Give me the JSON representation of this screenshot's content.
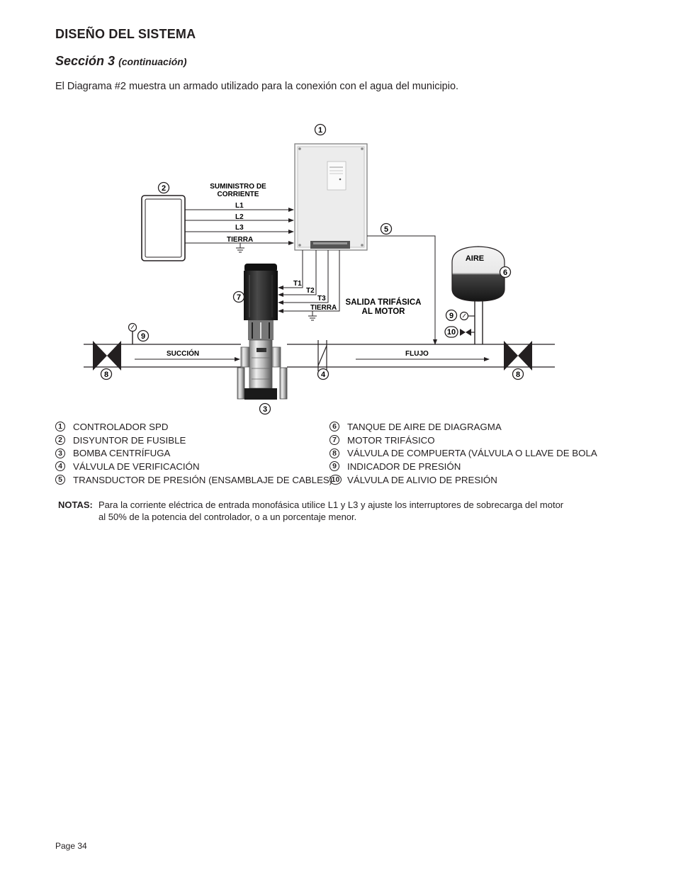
{
  "header": {
    "title": "DISEÑO DEL SISTEMA",
    "section": "Sección 3",
    "section_suffix": "(continuación)"
  },
  "intro": "El Diagrama #2 muestra un armado utilizado para la conexión con el agua del municipio.",
  "diagram": {
    "supply_label_1": "SUMINISTRO DE",
    "supply_label_2": "CORRIENTE",
    "l1": "L1",
    "l2": "L2",
    "l3": "L3",
    "ground_in": "TIERRA",
    "t1": "T1",
    "t2": "T2",
    "t3": "T3",
    "ground_out": "TIERRA",
    "output_label_1": "SALIDA TRIFÁSICA",
    "output_label_2": "AL MOTOR",
    "air": "AIRE",
    "suction": "SUCCIÓN",
    "flow": "FLUJO",
    "callouts": [
      "1",
      "2",
      "3",
      "4",
      "5",
      "6",
      "7",
      "8",
      "8",
      "9",
      "9",
      "10"
    ]
  },
  "legend": {
    "left": [
      {
        "num": "1",
        "text": "CONTROLADOR SPD"
      },
      {
        "num": "2",
        "text": "DISYUNTOR DE FUSIBLE"
      },
      {
        "num": "3",
        "text": "BOMBA CENTRÍFUGA"
      },
      {
        "num": "4",
        "text": "VÁLVULA DE VERIFICACIÓN"
      },
      {
        "num": "5",
        "text": "TRANSDUCTOR DE PRESIÓN (ENSAMBLAJE DE CABLES)"
      }
    ],
    "right": [
      {
        "num": "6",
        "text": "TANQUE DE AIRE DE DIAGRAGMA"
      },
      {
        "num": "7",
        "text": "MOTOR TRIFÁSICO"
      },
      {
        "num": "8",
        "text": "VÁLVULA DE COMPUERTA (VÁLVULA O LLAVE DE BOLA"
      },
      {
        "num": "9",
        "text": "INDICADOR DE PRESIÓN"
      },
      {
        "num": "10",
        "text": "VÁLVULA DE ALIVIO DE PRESIÓN"
      }
    ]
  },
  "notes": {
    "label": "NOTAS:",
    "text": "Para la corriente eléctrica de entrada monofásica utilice L1 y L3 y ajuste los interruptores de sobrecarga del motor al 50% de la potencia del controlador, o a un porcentaje menor."
  },
  "footer": "Page 34"
}
